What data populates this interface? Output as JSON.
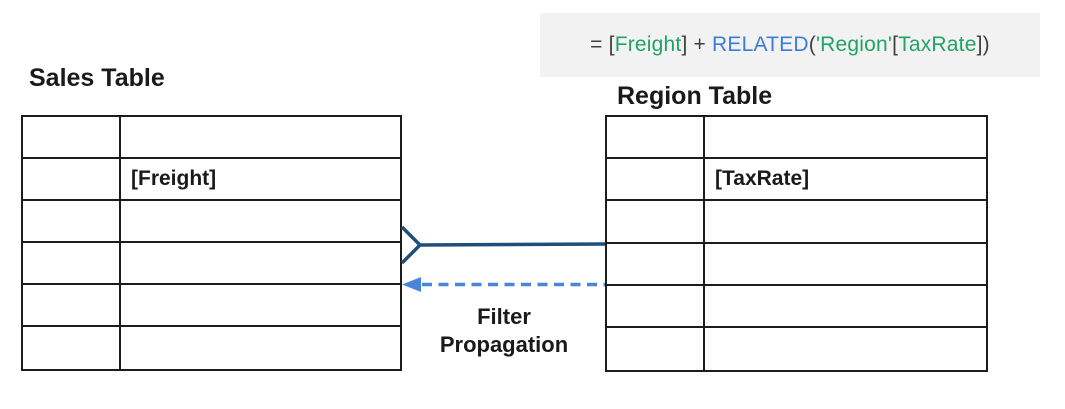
{
  "formula": {
    "full_text": "= [Freight] + RELATED('Region'[TaxRate])",
    "background_color": "#f2f2f2",
    "colors": {
      "operator": "#3f3f3f",
      "field": "#21a366",
      "function": "#3b7dd8"
    },
    "tokens": [
      {
        "text": "= [",
        "color": "#3f3f3f"
      },
      {
        "text": "Freight",
        "color": "#21a366"
      },
      {
        "text": "] + ",
        "color": "#3f3f3f"
      },
      {
        "text": "RELATED",
        "color": "#3b7dd8"
      },
      {
        "text": "(",
        "color": "#3f3f3f"
      },
      {
        "text": "'Region'",
        "color": "#21a366"
      },
      {
        "text": "[",
        "color": "#3f3f3f"
      },
      {
        "text": "TaxRate",
        "color": "#21a366"
      },
      {
        "text": "])",
        "color": "#3f3f3f"
      }
    ]
  },
  "sales_table": {
    "title": "Sales Table",
    "row_count": 6,
    "column_count": 2,
    "highlighted_cell": "[Freight]",
    "highlighted_row_index": 2
  },
  "region_table": {
    "title": "Region Table",
    "row_count": 6,
    "column_count": 2,
    "highlighted_cell": "[TaxRate]",
    "highlighted_row_index": 2
  },
  "connectors": {
    "relationship": {
      "style": "solid",
      "color": "#1f4e79"
    },
    "filter": {
      "style": "dashed",
      "color": "#4a86d8"
    }
  },
  "filter_propagation": {
    "line1": "Filter",
    "line2": "Propagation"
  },
  "table_border_color": "#1c1c1c",
  "text_color": "#1a1a1a"
}
